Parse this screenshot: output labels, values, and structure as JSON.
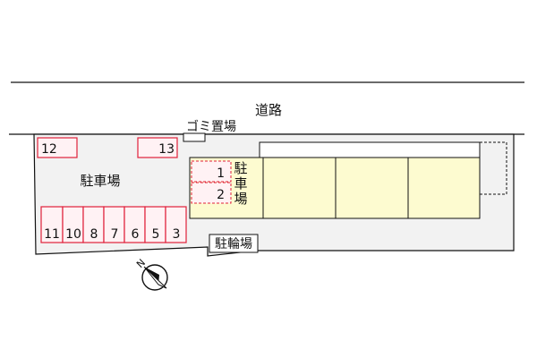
{
  "map": {
    "road_label": "道路",
    "garbage_label": "ゴミ置場",
    "parking_label": "駐車場",
    "bike_parking_label": "駐輪場",
    "inner_parking_label": [
      "駐",
      "車",
      "場"
    ],
    "spaces_top": [
      "12",
      "13"
    ],
    "spaces_row": [
      "11",
      "10",
      "8",
      "7",
      "6",
      "5",
      "3"
    ],
    "spaces_inner": [
      "1",
      "2"
    ],
    "north_label": "N",
    "colors": {
      "site_fill": "#f2f2f2",
      "building_fill": "#fdfbd0",
      "space_border": "#e0203a",
      "line": "#111111"
    }
  }
}
